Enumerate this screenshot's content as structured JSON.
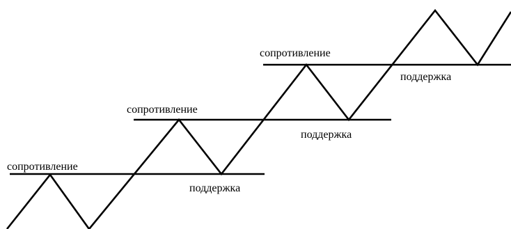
{
  "labels": {
    "resistance_1": "сопротивление",
    "resistance_2": "сопротивление",
    "resistance_3": "сопротивление",
    "support_1": "поддержка",
    "support_2": "поддержка",
    "support_3": "поддержка"
  }
}
